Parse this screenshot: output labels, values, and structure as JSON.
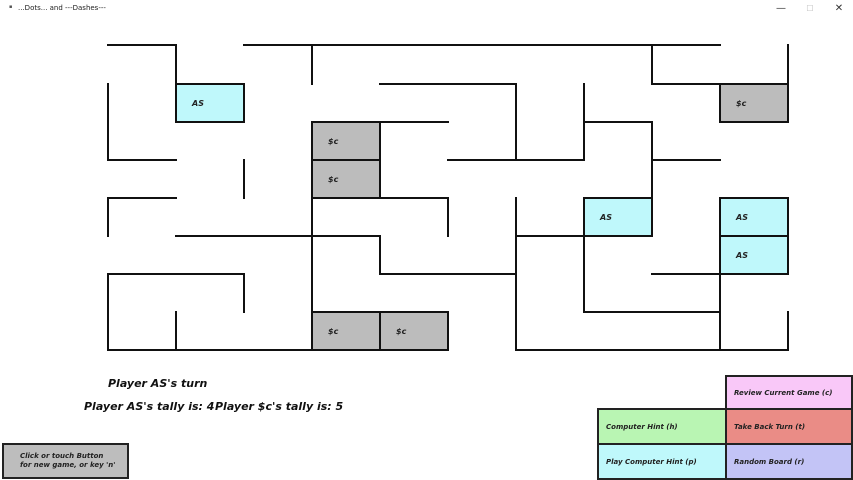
{
  "window": {
    "title": "...Dots... and ---Dashes---",
    "minimize_label": "—",
    "maximize_label": "☐",
    "close_label": "✕"
  },
  "board": {
    "player_color": "#bff8fb",
    "computer_color": "#bcbcbc",
    "line_color": "#111111",
    "boxes": [
      {
        "owner": "AS",
        "label": "AS"
      },
      {
        "owner": "$c",
        "label": "$c"
      },
      {
        "owner": "$c",
        "label": "$c"
      },
      {
        "owner": "$c",
        "label": "$c"
      },
      {
        "owner": "AS",
        "label": "AS"
      },
      {
        "owner": "AS",
        "label": "AS"
      },
      {
        "owner": "AS",
        "label": "AS"
      },
      {
        "owner": "$c",
        "label": "$c"
      },
      {
        "owner": "$c",
        "label": "$c"
      }
    ]
  },
  "status": {
    "turn": "Player AS's turn",
    "tally_as": "Player AS's tally is: 4",
    "tally_c": "Player $c's tally is: 5"
  },
  "buttons": {
    "new_game_line1": "Click or touch Button",
    "new_game_line2": "for new game, or key 'n'",
    "review": "Review Current Game (c)",
    "computer_hint": "Computer Hint (h)",
    "take_back": "Take Back Turn (t)",
    "play_computer_hint": "Play Computer Hint (p)",
    "random_board": "Random Board (r)",
    "colors": {
      "review": "#f9c8f8",
      "computer_hint": "#b9f5b3",
      "take_back": "#ea8c86",
      "play_computer_hint": "#bff8fb",
      "random_board": "#c3c4f6"
    }
  }
}
